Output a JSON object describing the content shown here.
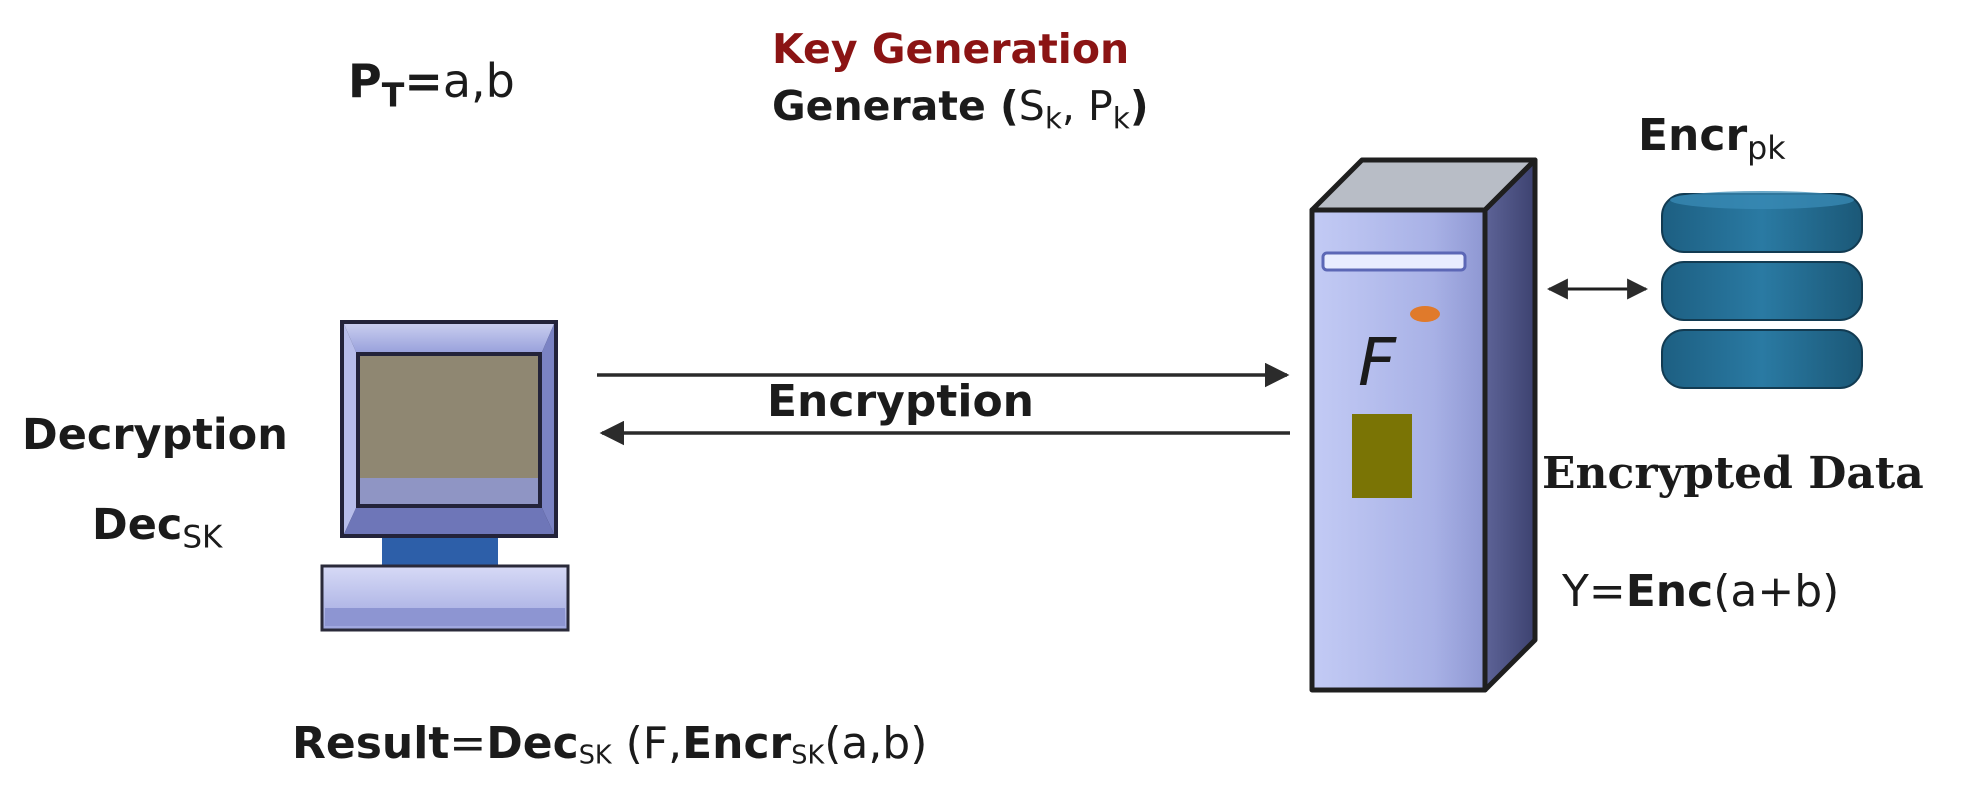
{
  "plaintext": {
    "p": "P",
    "t": "T",
    "eq": "=",
    "vals": "a,b"
  },
  "keygen": {
    "title": "Key Generation",
    "generate": "Generate",
    "open": "(",
    "s": "S",
    "s_sub": "k",
    "comma": ", ",
    "p": "P",
    "p_sub": "k",
    "close": ")"
  },
  "encr_pk": {
    "label": "Encr",
    "sub": "pk"
  },
  "decryption": {
    "title": "Decryption",
    "dec": "Dec",
    "dec_sub": "SK"
  },
  "channel": {
    "label": "Encryption"
  },
  "server": {
    "function": "F"
  },
  "storage": {
    "label": "Encrypted Data"
  },
  "y_formula": {
    "prefix": "Y=",
    "enc": "Enc",
    "args": "(a+b)"
  },
  "result": {
    "label": "Result",
    "eq": "=",
    "dec": "Dec",
    "dec_sub": "SK",
    "open": " (F,",
    "encr": "Encr",
    "encr_sub": "SK",
    "args": "(a,b)"
  },
  "colors": {
    "title_red": "#8b1414",
    "db_blue": "#226a8e",
    "server_face": "#aab3e6",
    "monitor_screen": "#8f8772",
    "olive_block": "#7a7405"
  }
}
